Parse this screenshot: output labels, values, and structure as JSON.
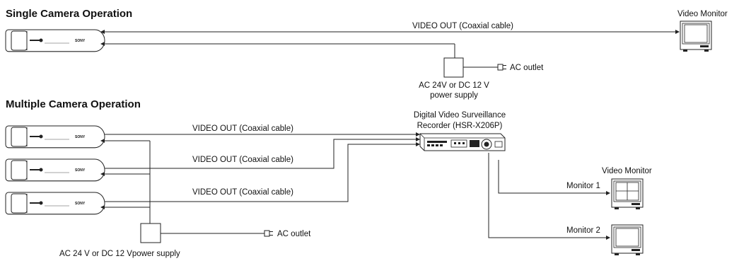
{
  "single": {
    "heading": "Single Camera Operation",
    "camera_logo": "SONY",
    "cable_label": "VIDEO OUT (Coaxial cable)",
    "monitor_label": "Video Monitor",
    "power_label_line1": "AC 24V or DC 12 V",
    "power_label_line2": "power supply",
    "outlet_label": "AC outlet"
  },
  "multiple": {
    "heading": "Multiple Camera Operation",
    "camera_logo": "SONY",
    "cable_labels": [
      "VIDEO OUT (Coaxial cable)",
      "VIDEO OUT (Coaxial cable)",
      "VIDEO OUT (Coaxial cable)"
    ],
    "recorder_label_line1": "Digital Video Surveillance",
    "recorder_label_line2": "Recorder (HSR-X206P)",
    "monitor_group_label": "Video Monitor",
    "monitor1_label": "Monitor 1",
    "monitor2_label": "Monitor 2",
    "outlet_label": "AC outlet",
    "power_label": "AC 24 V or DC 12 Vpower supply"
  },
  "icons": {
    "camera": "camera-icon",
    "monitor": "video-monitor-icon",
    "recorder": "recorder-icon",
    "power_supply": "power-supply-icon",
    "plug": "plug-icon"
  }
}
